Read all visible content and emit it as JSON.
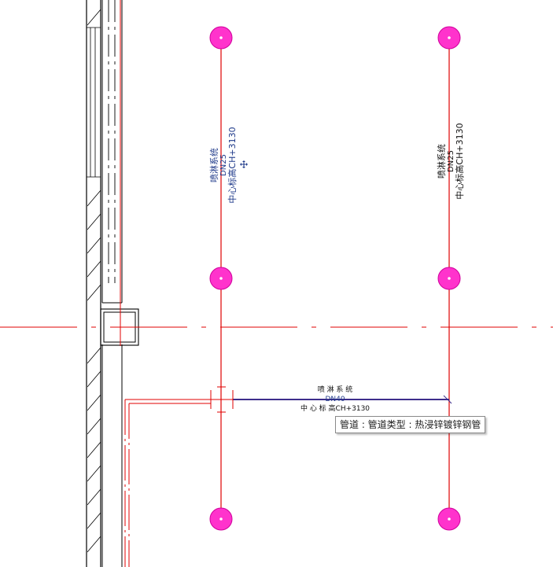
{
  "colors": {
    "background": "#ffffff",
    "grid_line": "#e00000",
    "sprinkler_head": "#ff33cc",
    "main_pipe": "#3d2e8c",
    "label_text": "#1f3a8a",
    "dark_text": "#111111",
    "wall_line": "#000000"
  },
  "icons": {
    "sprinkler_head": "magenta-circle-sprinkler-icon",
    "move_handle": "four-arrow-move-icon"
  },
  "branch_left": {
    "system": "喷淋系统",
    "size": "DN25",
    "elevation": "中心标高CH+3130"
  },
  "branch_right": {
    "system": "喷淋系统",
    "size": "DN25",
    "elevation": "中心标高CH+3130"
  },
  "main_pipe": {
    "system": "喷 淋 系 统",
    "size": "DN40",
    "elevation": "中 心 标 高CH+3130"
  },
  "tooltip": {
    "text": "管道 : 管道类型 : 热浸锌镀锌钢管"
  }
}
